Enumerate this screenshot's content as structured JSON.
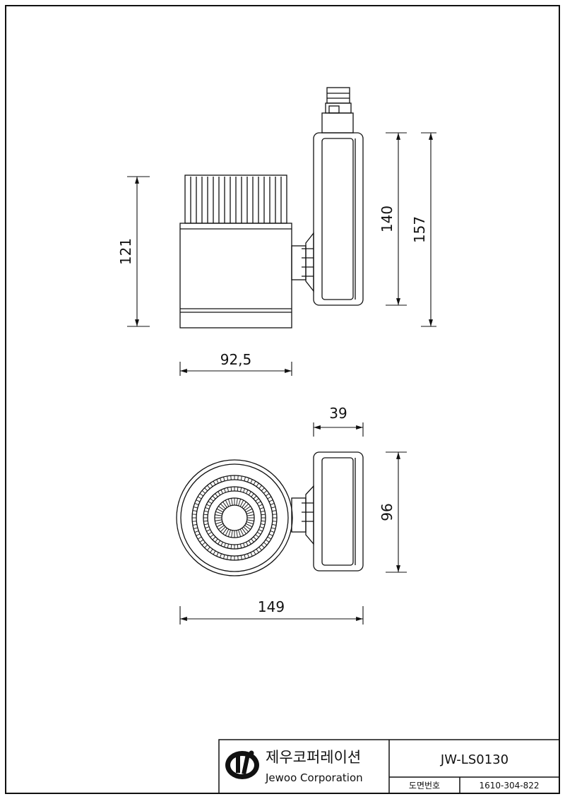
{
  "drawing": {
    "dimensions": {
      "body_height": "121",
      "body_width": "92,5",
      "adapter_height": "140",
      "total_height": "157",
      "adapter_depth": "39",
      "front_height": "96",
      "total_width": "149"
    }
  },
  "title_block": {
    "company_kr": "제우코퍼레이션",
    "company_en": "Jewoo Corporation",
    "model": "JW-LS0130",
    "drawing_no_label": "도면번호",
    "drawing_no": "1610-304-822",
    "logo_name": "jewoo-logo"
  }
}
